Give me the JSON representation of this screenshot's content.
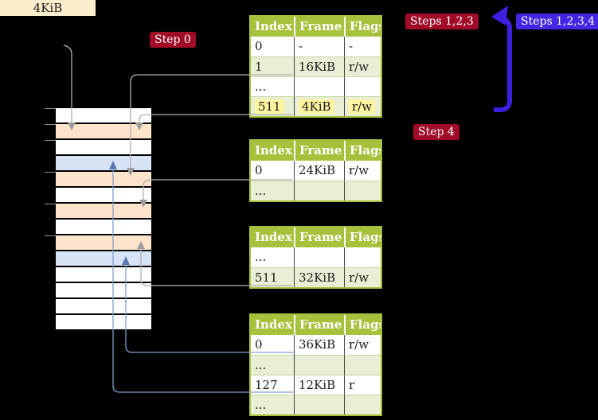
{
  "frame_label": {
    "text": "4KiB"
  },
  "badges": {
    "step0": {
      "label": "Step 0"
    },
    "steps123": {
      "label": "Steps 1,2,3"
    },
    "steps1234": {
      "label": "Steps 1,2,3,4"
    },
    "step4": {
      "label": "Step 4"
    }
  },
  "tables": [
    {
      "headers": [
        "Index",
        "Frame",
        "Flags"
      ],
      "rows": [
        {
          "index": "0",
          "frame": "-",
          "flags": "-",
          "shaded": false,
          "highlight": false
        },
        {
          "index": "1",
          "frame": "16KiB",
          "flags": "r/w",
          "shaded": true,
          "highlight": false
        },
        {
          "index": "...",
          "frame": "",
          "flags": "",
          "shaded": false,
          "highlight": false
        },
        {
          "index": "511",
          "frame": "4KiB",
          "flags": "r/w",
          "shaded": true,
          "highlight": true
        }
      ]
    },
    {
      "headers": [
        "Index",
        "Frame",
        "Flags"
      ],
      "rows": [
        {
          "index": "0",
          "frame": "24KiB",
          "flags": "r/w",
          "shaded": false,
          "highlight": false
        },
        {
          "index": "...",
          "frame": "",
          "flags": "",
          "shaded": true,
          "highlight": false
        }
      ]
    },
    {
      "headers": [
        "Index",
        "Frame",
        "Flags"
      ],
      "rows": [
        {
          "index": "...",
          "frame": "",
          "flags": "",
          "shaded": false,
          "highlight": false
        },
        {
          "index": "511",
          "frame": "32KiB",
          "flags": "r/w",
          "shaded": true,
          "highlight": false
        }
      ]
    },
    {
      "headers": [
        "Index",
        "Frame",
        "Flags"
      ],
      "rows": [
        {
          "index": "0",
          "frame": "36KiB",
          "flags": "r/w",
          "shaded": false,
          "highlight": false
        },
        {
          "index": "...",
          "frame": "",
          "flags": "",
          "shaded": true,
          "highlight": false
        },
        {
          "index": "127",
          "frame": "12KiB",
          "flags": "r",
          "shaded": false,
          "highlight": false
        },
        {
          "index": "...",
          "frame": "",
          "flags": "",
          "shaded": true,
          "highlight": false
        }
      ]
    }
  ],
  "memory": {
    "rows": [
      "white",
      "peach",
      "white",
      "blue",
      "peach",
      "white",
      "peach",
      "white",
      "peach",
      "blue",
      "white",
      "white",
      "white",
      "white"
    ]
  },
  "colors": {
    "badge_red": "#a00c28",
    "badge_blue": "#4327e2",
    "thick_arrow_blue": "#3c20e0",
    "table_header_green": "#a6c23c",
    "table_row_green": "#e8efd4",
    "highlight_yellow": "#fcf49f",
    "frame_peach": "#fde4ca",
    "frame_blue": "#d8e4f5",
    "label_cream": "#fbeecd",
    "connector_gray": "#b0b0b0",
    "connector_gray_head": "#9c9c9c",
    "connector_blue": "#7da0cc",
    "connector_blue_head": "#5b7ab2"
  }
}
